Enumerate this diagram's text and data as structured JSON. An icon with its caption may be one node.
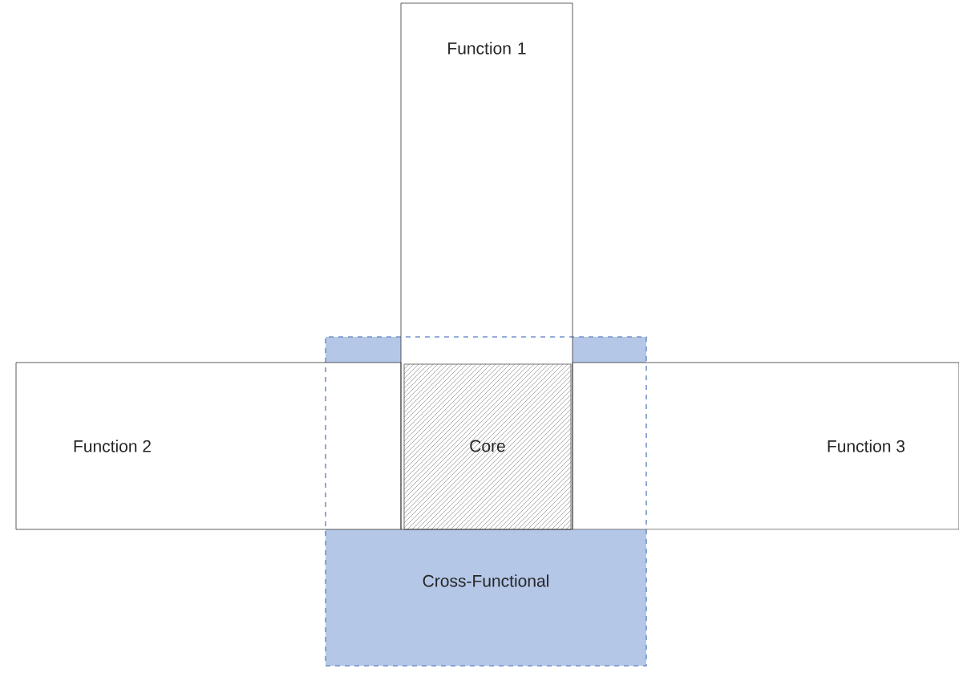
{
  "diagram": {
    "nodes": [
      {
        "text": [
          "Function 1"
        ]
      },
      {
        "text": [
          "Function 2"
        ]
      },
      {
        "text": [
          "Function 3"
        ]
      },
      {
        "text": [
          "Core"
        ]
      },
      {
        "text": [
          "Cross-Functional"
        ]
      }
    ]
  }
}
